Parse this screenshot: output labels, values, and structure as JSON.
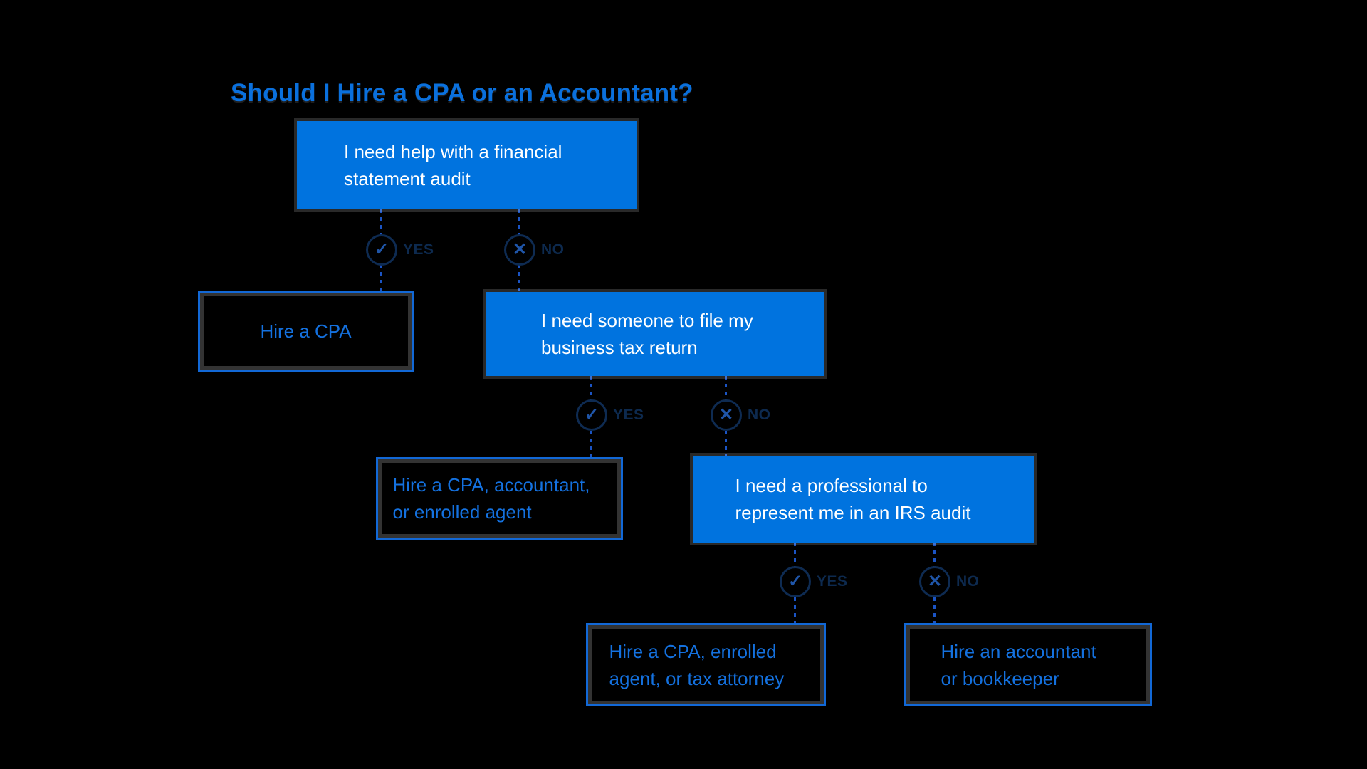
{
  "title": "Should I Hire a CPA or an Accountant?",
  "colors": {
    "background": "#000000",
    "question_box_fill": "#0073df",
    "question_box_text": "#ffffff",
    "answer_box_border": "#1268d6",
    "answer_box_text": "#1471df",
    "title_text": "#0a70dd",
    "connector_dash": "#1b54c4",
    "decision_ring": "#0e2b52",
    "edge_label_text": "#0d2a4f"
  },
  "icons": {
    "yes_check": "✓",
    "no_x": "✕"
  },
  "flowchart": {
    "nodes": {
      "q1": {
        "type": "question",
        "label": "I need help with a financial statement audit"
      },
      "a1": {
        "type": "answer",
        "label": "Hire a CPA"
      },
      "q2": {
        "type": "question",
        "label": "I need someone to file my business tax return"
      },
      "a2": {
        "type": "answer",
        "label": "Hire a CPA, accountant, or enrolled agent"
      },
      "q3": {
        "type": "question",
        "label": "I need a professional to represent me in an IRS audit"
      },
      "a3": {
        "type": "answer",
        "label": "Hire a CPA, enrolled agent, or tax attorney"
      },
      "a4": {
        "type": "answer",
        "label": "Hire an accountant or bookkeeper"
      }
    },
    "edges": {
      "e1": {
        "from": "q1",
        "to": "a1",
        "label": "YES"
      },
      "e2": {
        "from": "q1",
        "to": "q2",
        "label": "NO"
      },
      "e3": {
        "from": "q2",
        "to": "a2",
        "label": "YES"
      },
      "e4": {
        "from": "q2",
        "to": "q3",
        "label": "NO"
      },
      "e5": {
        "from": "q3",
        "to": "a3",
        "label": "YES"
      },
      "e6": {
        "from": "q3",
        "to": "a4",
        "label": "NO"
      }
    }
  }
}
